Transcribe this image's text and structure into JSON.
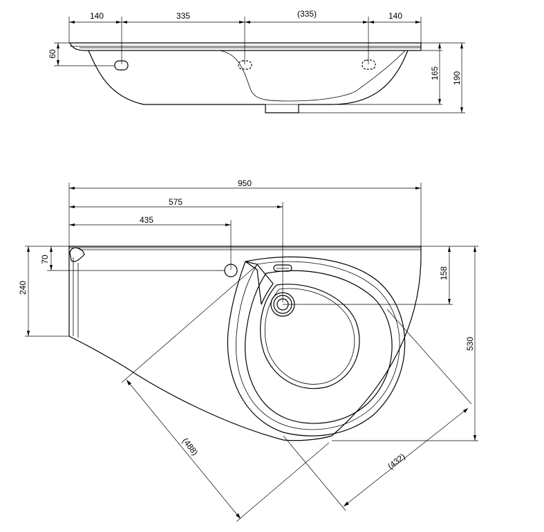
{
  "side_view": {
    "dims": {
      "top_1": "140",
      "top_2": "335",
      "top_3": "(335)",
      "top_4": "140",
      "left_rim": "60",
      "right_inner": "165",
      "right_outer": "190"
    }
  },
  "plan_view": {
    "dims": {
      "overall_width": "950",
      "to_drain": "575",
      "to_tap": "435",
      "tap_from_back": "70",
      "left_depth": "240",
      "drain_from_back": "158",
      "overall_depth": "530",
      "diag_left": "(488)",
      "diag_right": "(432)"
    }
  },
  "colors": {
    "line": "#000000",
    "background": "#ffffff"
  }
}
